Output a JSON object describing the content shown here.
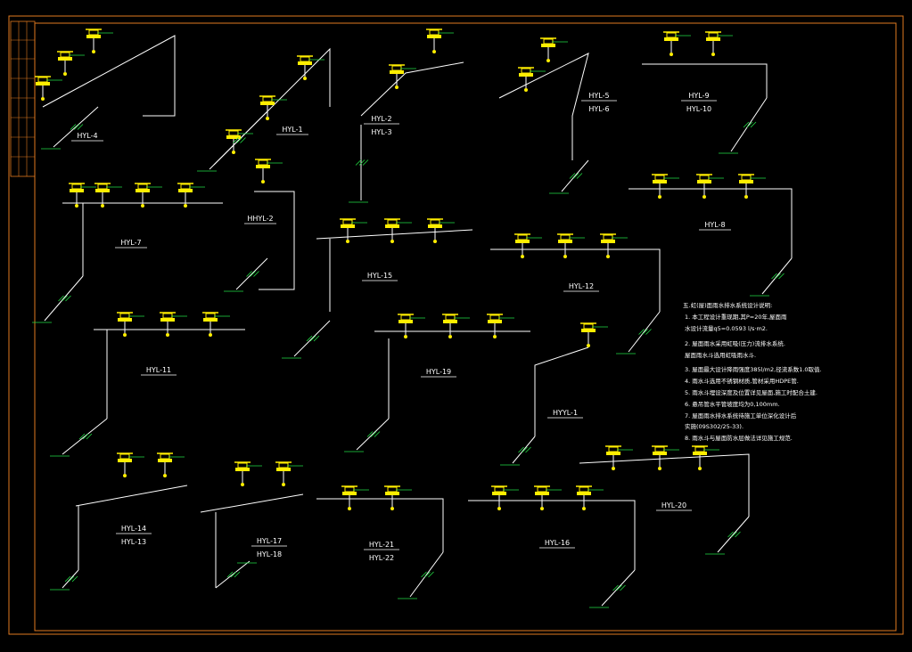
{
  "colors": {
    "background": "#000000",
    "frame": "#e07a1f",
    "pipe": "#ffffff",
    "fixture": "#ffee00",
    "dim": "#22dd44",
    "note_text": "#ffffff"
  },
  "drawing": {
    "systems": [
      {
        "id": "hyl4",
        "label": "HYL-4",
        "sub": ""
      },
      {
        "id": "hyl1",
        "label": "HYL-1",
        "sub": ""
      },
      {
        "id": "hyl2",
        "label": "HYL-2",
        "sub": "HYL-3"
      },
      {
        "id": "hyl5",
        "label": "HYL-5",
        "sub": "HYL-6"
      },
      {
        "id": "hyl9",
        "label": "HYL-9",
        "sub": "HYL-10"
      },
      {
        "id": "hyl7",
        "label": "HYL-7",
        "sub": ""
      },
      {
        "id": "hhyl2",
        "label": "HHYL-2",
        "sub": ""
      },
      {
        "id": "hyl15",
        "label": "HYL-15",
        "sub": ""
      },
      {
        "id": "hyl8",
        "label": "HYL-8",
        "sub": ""
      },
      {
        "id": "hyl12",
        "label": "HYL-12",
        "sub": ""
      },
      {
        "id": "hyl11",
        "label": "HYL-11",
        "sub": ""
      },
      {
        "id": "hyl19",
        "label": "HYL-19",
        "sub": ""
      },
      {
        "id": "hhyl1",
        "label": "HYYL-1",
        "sub": ""
      },
      {
        "id": "hyl14",
        "label": "HYL-14",
        "sub": "HYL-13"
      },
      {
        "id": "hyl17",
        "label": "HYL-17",
        "sub": "HYL-18"
      },
      {
        "id": "hyl21",
        "label": "HYL-21",
        "sub": "HYL-22"
      },
      {
        "id": "hyl16",
        "label": "HYL-16",
        "sub": ""
      },
      {
        "id": "hyl20",
        "label": "HYL-20",
        "sub": ""
      }
    ],
    "notes": [
      "五.虹(屋)面雨水排水系统设计说明:",
      "1. 本工程设计重现期,其P=20年,屋面雨",
      "   水设计流量q5=0.0593 l/s·m2.",
      "2. 屋面雨水采用虹吸(压力)流排水系统.",
      "   屋面雨水斗选用虹吸雨水斗.",
      "3. 屋面最大设计降雨强度385l/m2,径流系数1.0取值.",
      "4. 雨水斗选用不锈钢材质,管材采用HDPE管.",
      "5. 雨水斗埋设深度及位置详见屋面,施工时配合土建.",
      "6. 悬吊管水平管坡度均为0,100mm.",
      "7. 屋面雨水排水系统待施工单位深化设计后",
      "   实施(09S302/25-33).",
      "8. 雨水斗与屋面防水层做法详见施工规范."
    ]
  }
}
